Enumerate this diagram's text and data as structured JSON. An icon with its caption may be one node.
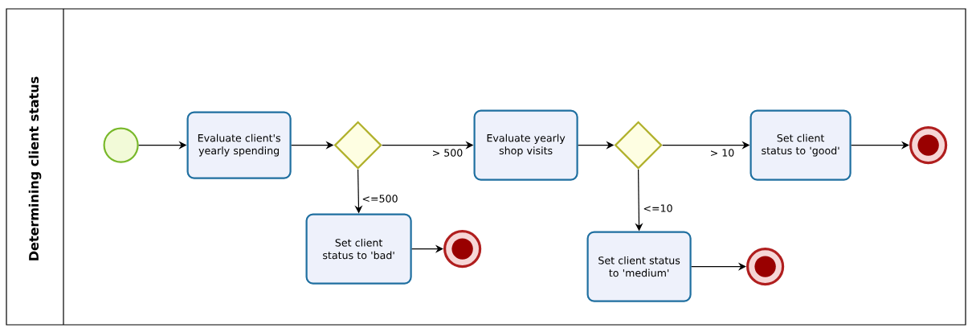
{
  "diagram": {
    "nodes": [
      {
        "text": [
          "Determining client status"
        ]
      },
      {
        "text": [],
        "shape": "circle",
        "in": 0
      },
      {
        "text": [
          "Evaluate client's yearly spending"
        ],
        "in": 0
      },
      {
        "text": [],
        "shape": "diamond",
        "in": 0
      },
      {
        "text": [
          "Evaluate yearly shop visits"
        ],
        "in": 0
      },
      {
        "text": [],
        "shape": "diamond",
        "in": 0
      },
      {
        "text": [
          "Set client status to 'good'"
        ],
        "in": 0
      },
      {
        "text": [],
        "shape": "circle",
        "in": 0
      },
      {
        "text": [
          "Set client status to 'bad'"
        ],
        "in": 0
      },
      {
        "text": [],
        "shape": "circle",
        "in": 0
      },
      {
        "text": [
          "Set client status to 'medium'"
        ],
        "in": 0
      },
      {
        "text": [],
        "shape": "circle",
        "in": 0
      }
    ],
    "edges": [
      {
        "from": 1,
        "to": 2,
        "arrow": "to"
      },
      {
        "from": 2,
        "to": 3,
        "arrow": "to"
      },
      {
        "from": 3,
        "to": 4,
        "arrow": "to",
        "label": "> 500"
      },
      {
        "from": 3,
        "to": 8,
        "arrow": "to",
        "label": "<=500"
      },
      {
        "from": 8,
        "to": 9,
        "arrow": "to"
      },
      {
        "from": 4,
        "to": 5,
        "arrow": "to"
      },
      {
        "from": 5,
        "to": 6,
        "arrow": "to",
        "label": "> 10"
      },
      {
        "from": 5,
        "to": 10,
        "arrow": "to",
        "label": "<=10"
      },
      {
        "from": 6,
        "to": 7,
        "arrow": "to"
      },
      {
        "from": 10,
        "to": 11,
        "arrow": "to"
      }
    ]
  }
}
